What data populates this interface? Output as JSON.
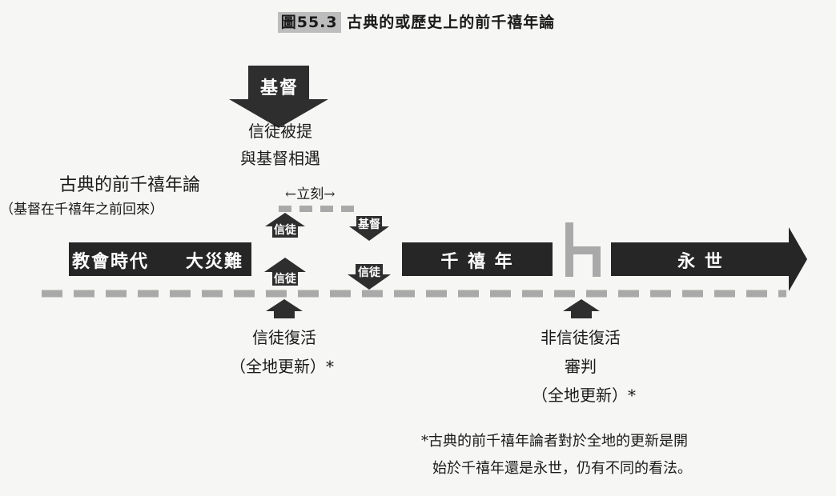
{
  "figure": {
    "title_num": "圖55.3",
    "title_text": "古典的或歷史上的前千禧年論"
  },
  "christ_arrow": {
    "label": "基督",
    "caption_line1": "信徒被提",
    "caption_line2": "與基督相遇"
  },
  "view": {
    "title": "古典的前千禧年論",
    "subtitle": "（基督在千禧年之前回來）"
  },
  "interval": {
    "label": "←立刻→"
  },
  "bars": {
    "church_age": "教會時代",
    "tribulation": "大災難",
    "millennium": "千 禧 年",
    "eternal": "永 世"
  },
  "small_arrows": {
    "believers_up_top": "信徒",
    "believers_up_bottom": "信徒",
    "christ_down": "基督",
    "believers_down": "信徒"
  },
  "resurrection_believers": {
    "line1": "信徒復活",
    "line2": "（全地更新）",
    "mark": "*"
  },
  "resurrection_unbelievers": {
    "line1": "非信徒復活",
    "line2": "審判",
    "line3": "（全地更新）",
    "mark": "*"
  },
  "footnote": {
    "line1": "*古典的前千禧年論者對於全地的更新是開",
    "line2": "始於千禧年還是永世，仍有不同的看法。"
  },
  "colors": {
    "bar_dark": "#262626",
    "arrow_dark": "#2e2e2e",
    "dash_gray": "#a9a9a9",
    "label_highlight": "#bdbdbd"
  }
}
